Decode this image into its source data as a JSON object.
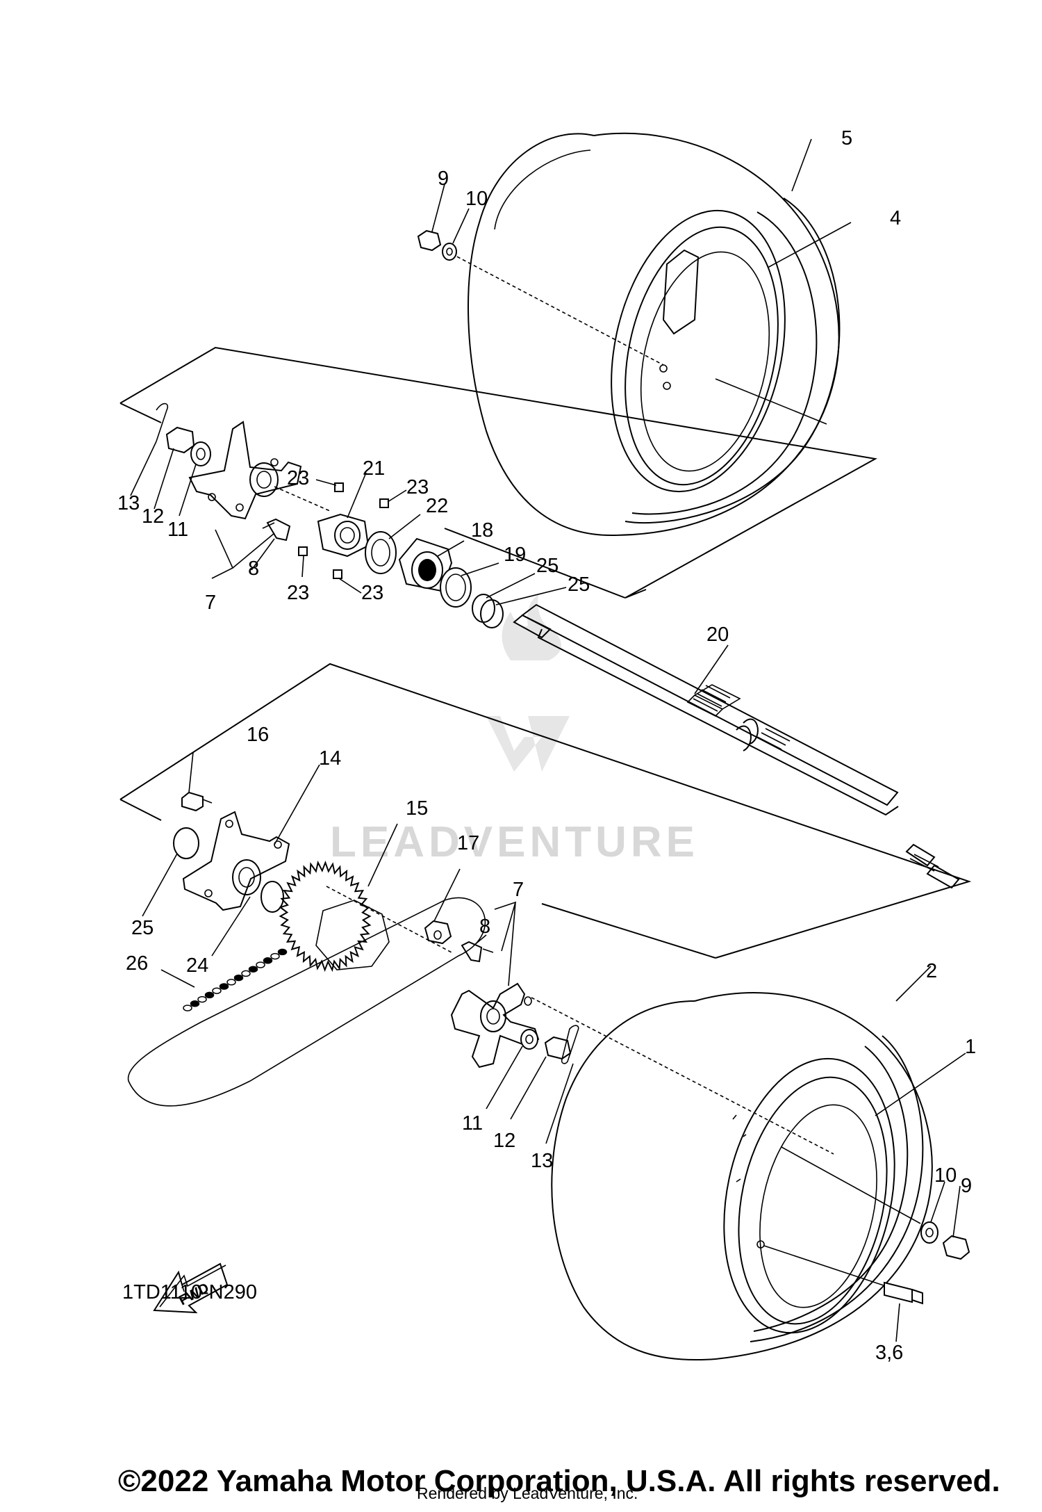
{
  "diagram": {
    "code": "1TD1110-N290",
    "watermark": "LEADVENTURE",
    "fwd_label": "FWD",
    "callouts": {
      "c1": "1",
      "c2": "2",
      "c3_6": "3,6",
      "c4": "4",
      "c5": "5",
      "c7_top": "7",
      "c7_bottom": "7",
      "c8_top": "8",
      "c8_bottom": "8",
      "c9_top": "9",
      "c9_bottom": "9",
      "c10_top": "10",
      "c10_bottom": "10",
      "c11_top": "11",
      "c11_bottom": "11",
      "c12_top": "12",
      "c12_bottom": "12",
      "c13_top": "13",
      "c13_bottom": "13",
      "c14": "14",
      "c15": "15",
      "c16": "16",
      "c17": "17",
      "c18": "18",
      "c19": "19",
      "c20": "20",
      "c21": "21",
      "c22": "22",
      "c23_a": "23",
      "c23_b": "23",
      "c23_c": "23",
      "c23_d": "23",
      "c24": "24",
      "c25_a": "25",
      "c25_b": "25",
      "c25_c": "25",
      "c26": "26"
    }
  },
  "footer": {
    "copyright": "©2022 Yamaha Motor Corporation, U.S.A. All rights reserved.",
    "rendered_by": "Rendered by LeadVenture, Inc."
  }
}
